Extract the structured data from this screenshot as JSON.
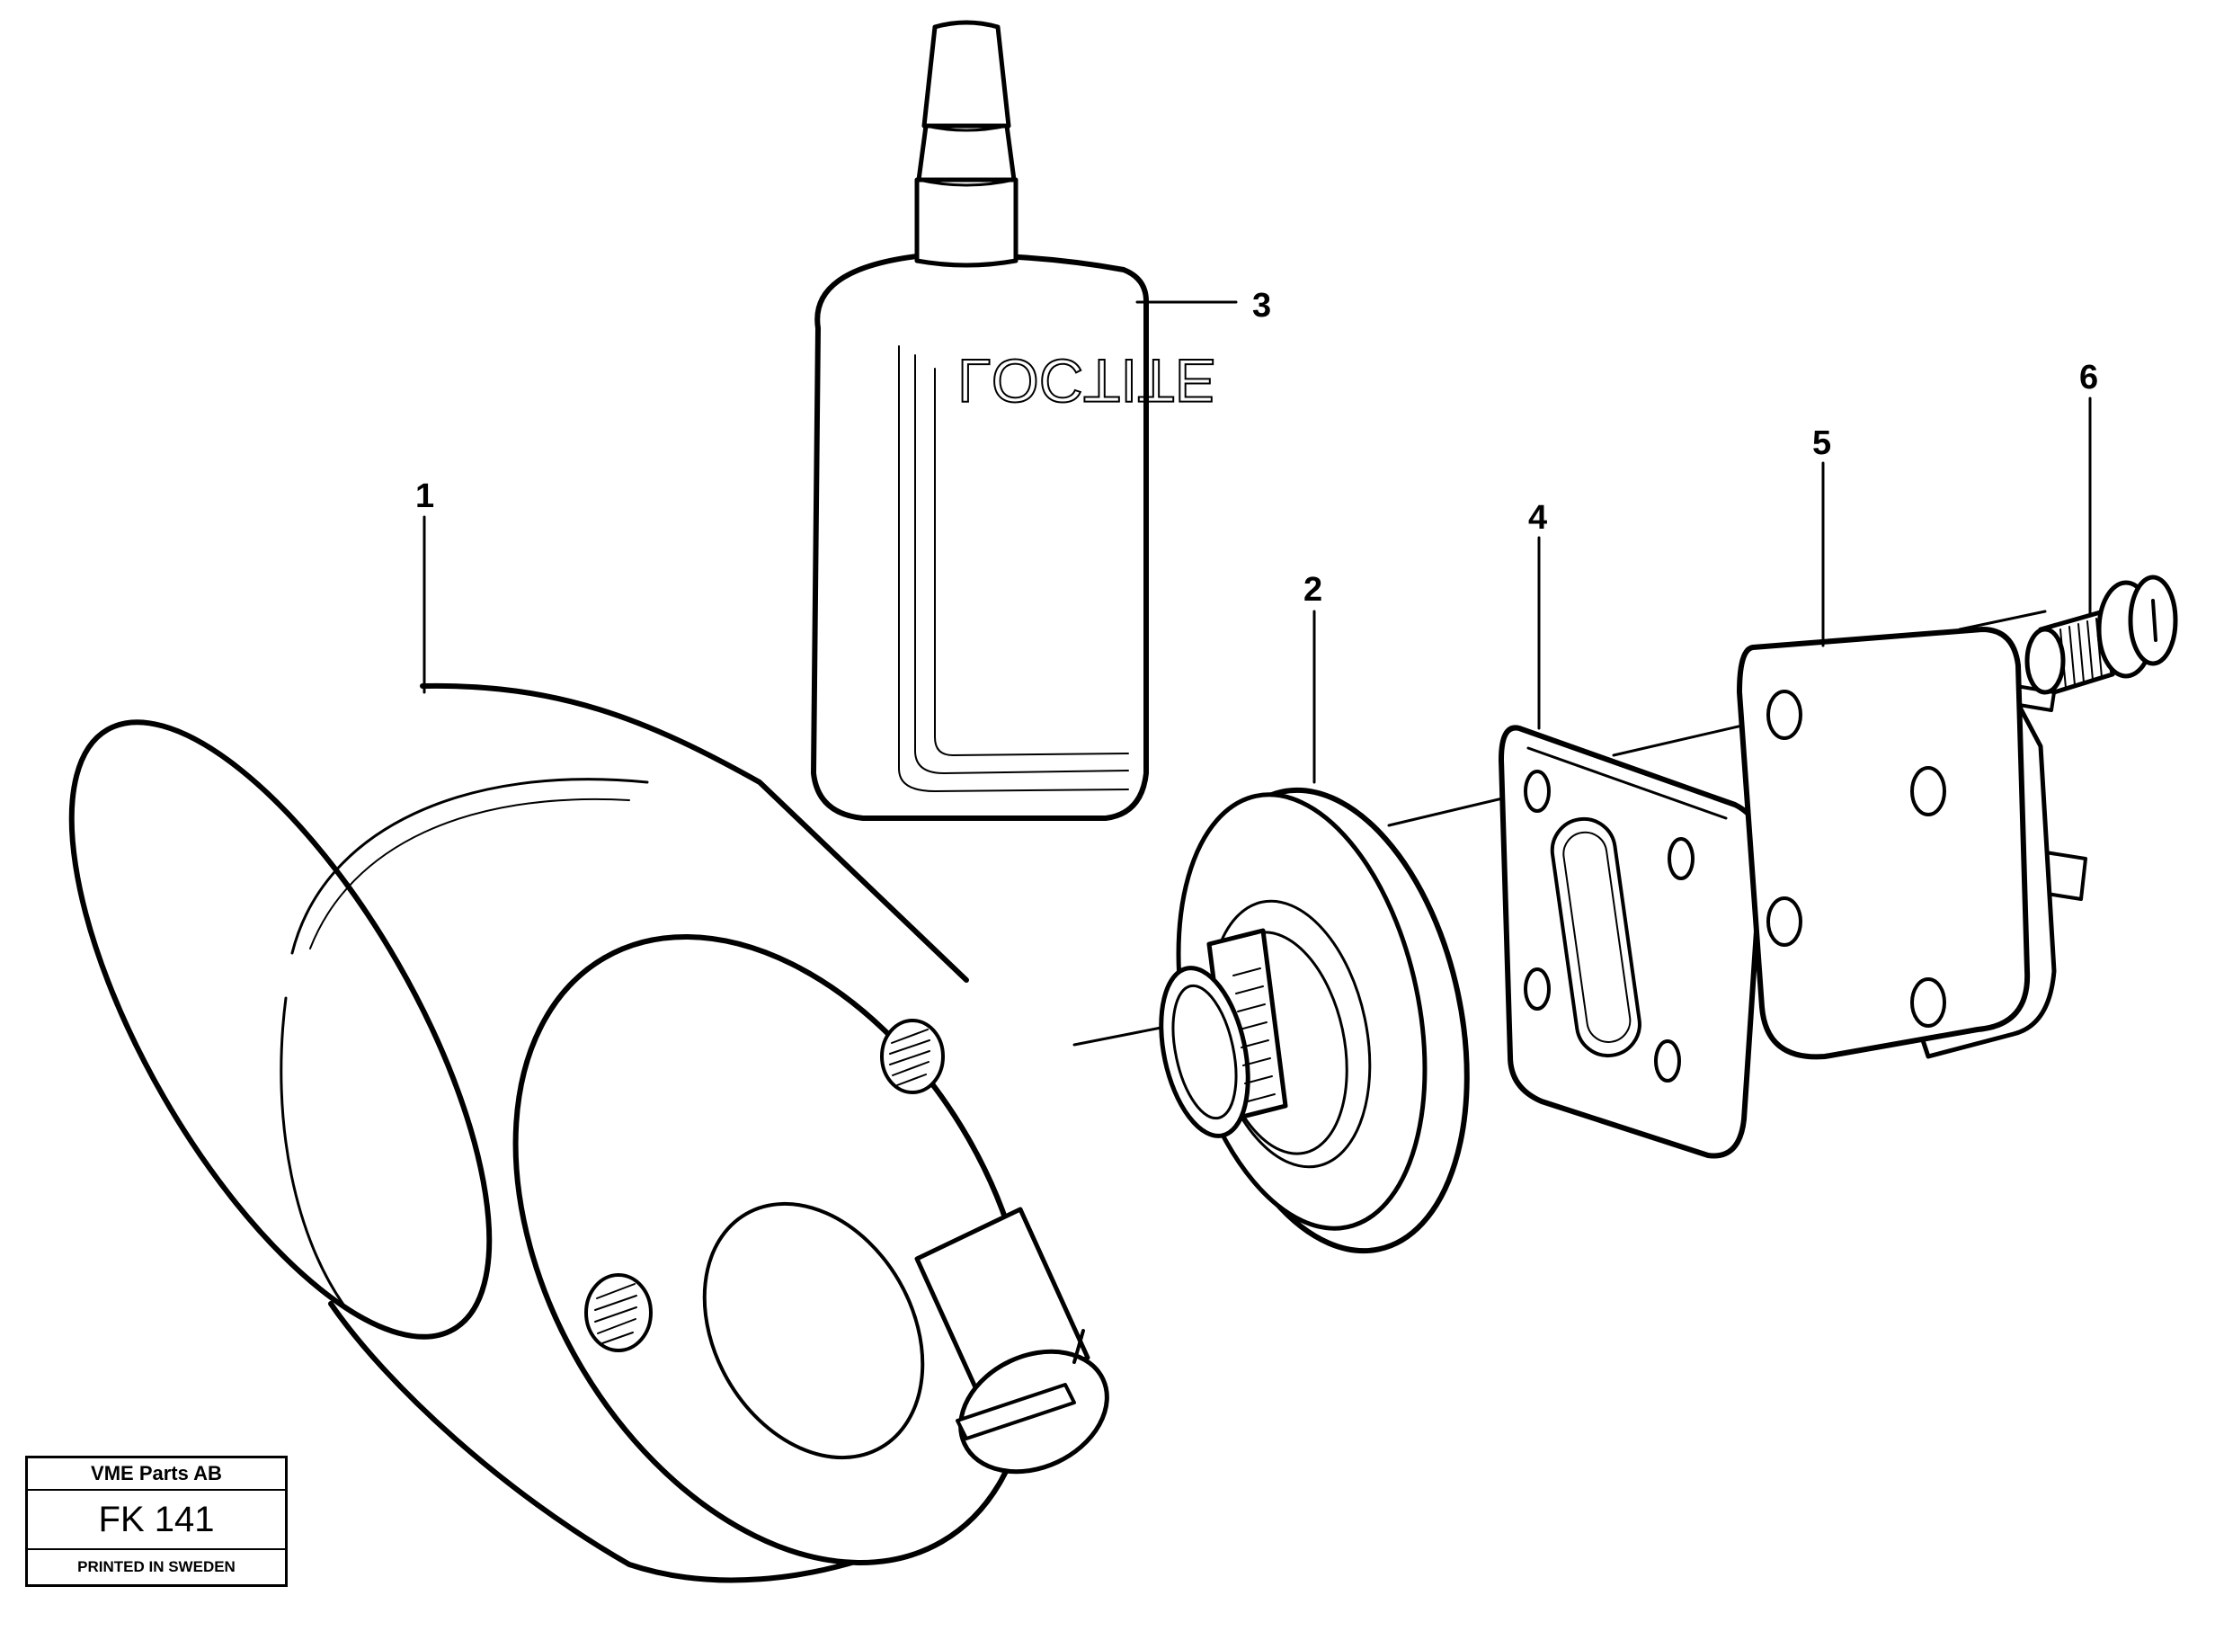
{
  "callouts": [
    {
      "id": "1",
      "label": "1"
    },
    {
      "id": "2",
      "label": "2"
    },
    {
      "id": "3",
      "label": "3"
    },
    {
      "id": "4",
      "label": "4"
    },
    {
      "id": "5",
      "label": "5"
    },
    {
      "id": "6",
      "label": "6"
    }
  ],
  "bottle_label": "LOCTITE",
  "title_block": {
    "company": "VME Parts AB",
    "code": "FK 141",
    "printed": "PRINTED IN SWEDEN"
  }
}
